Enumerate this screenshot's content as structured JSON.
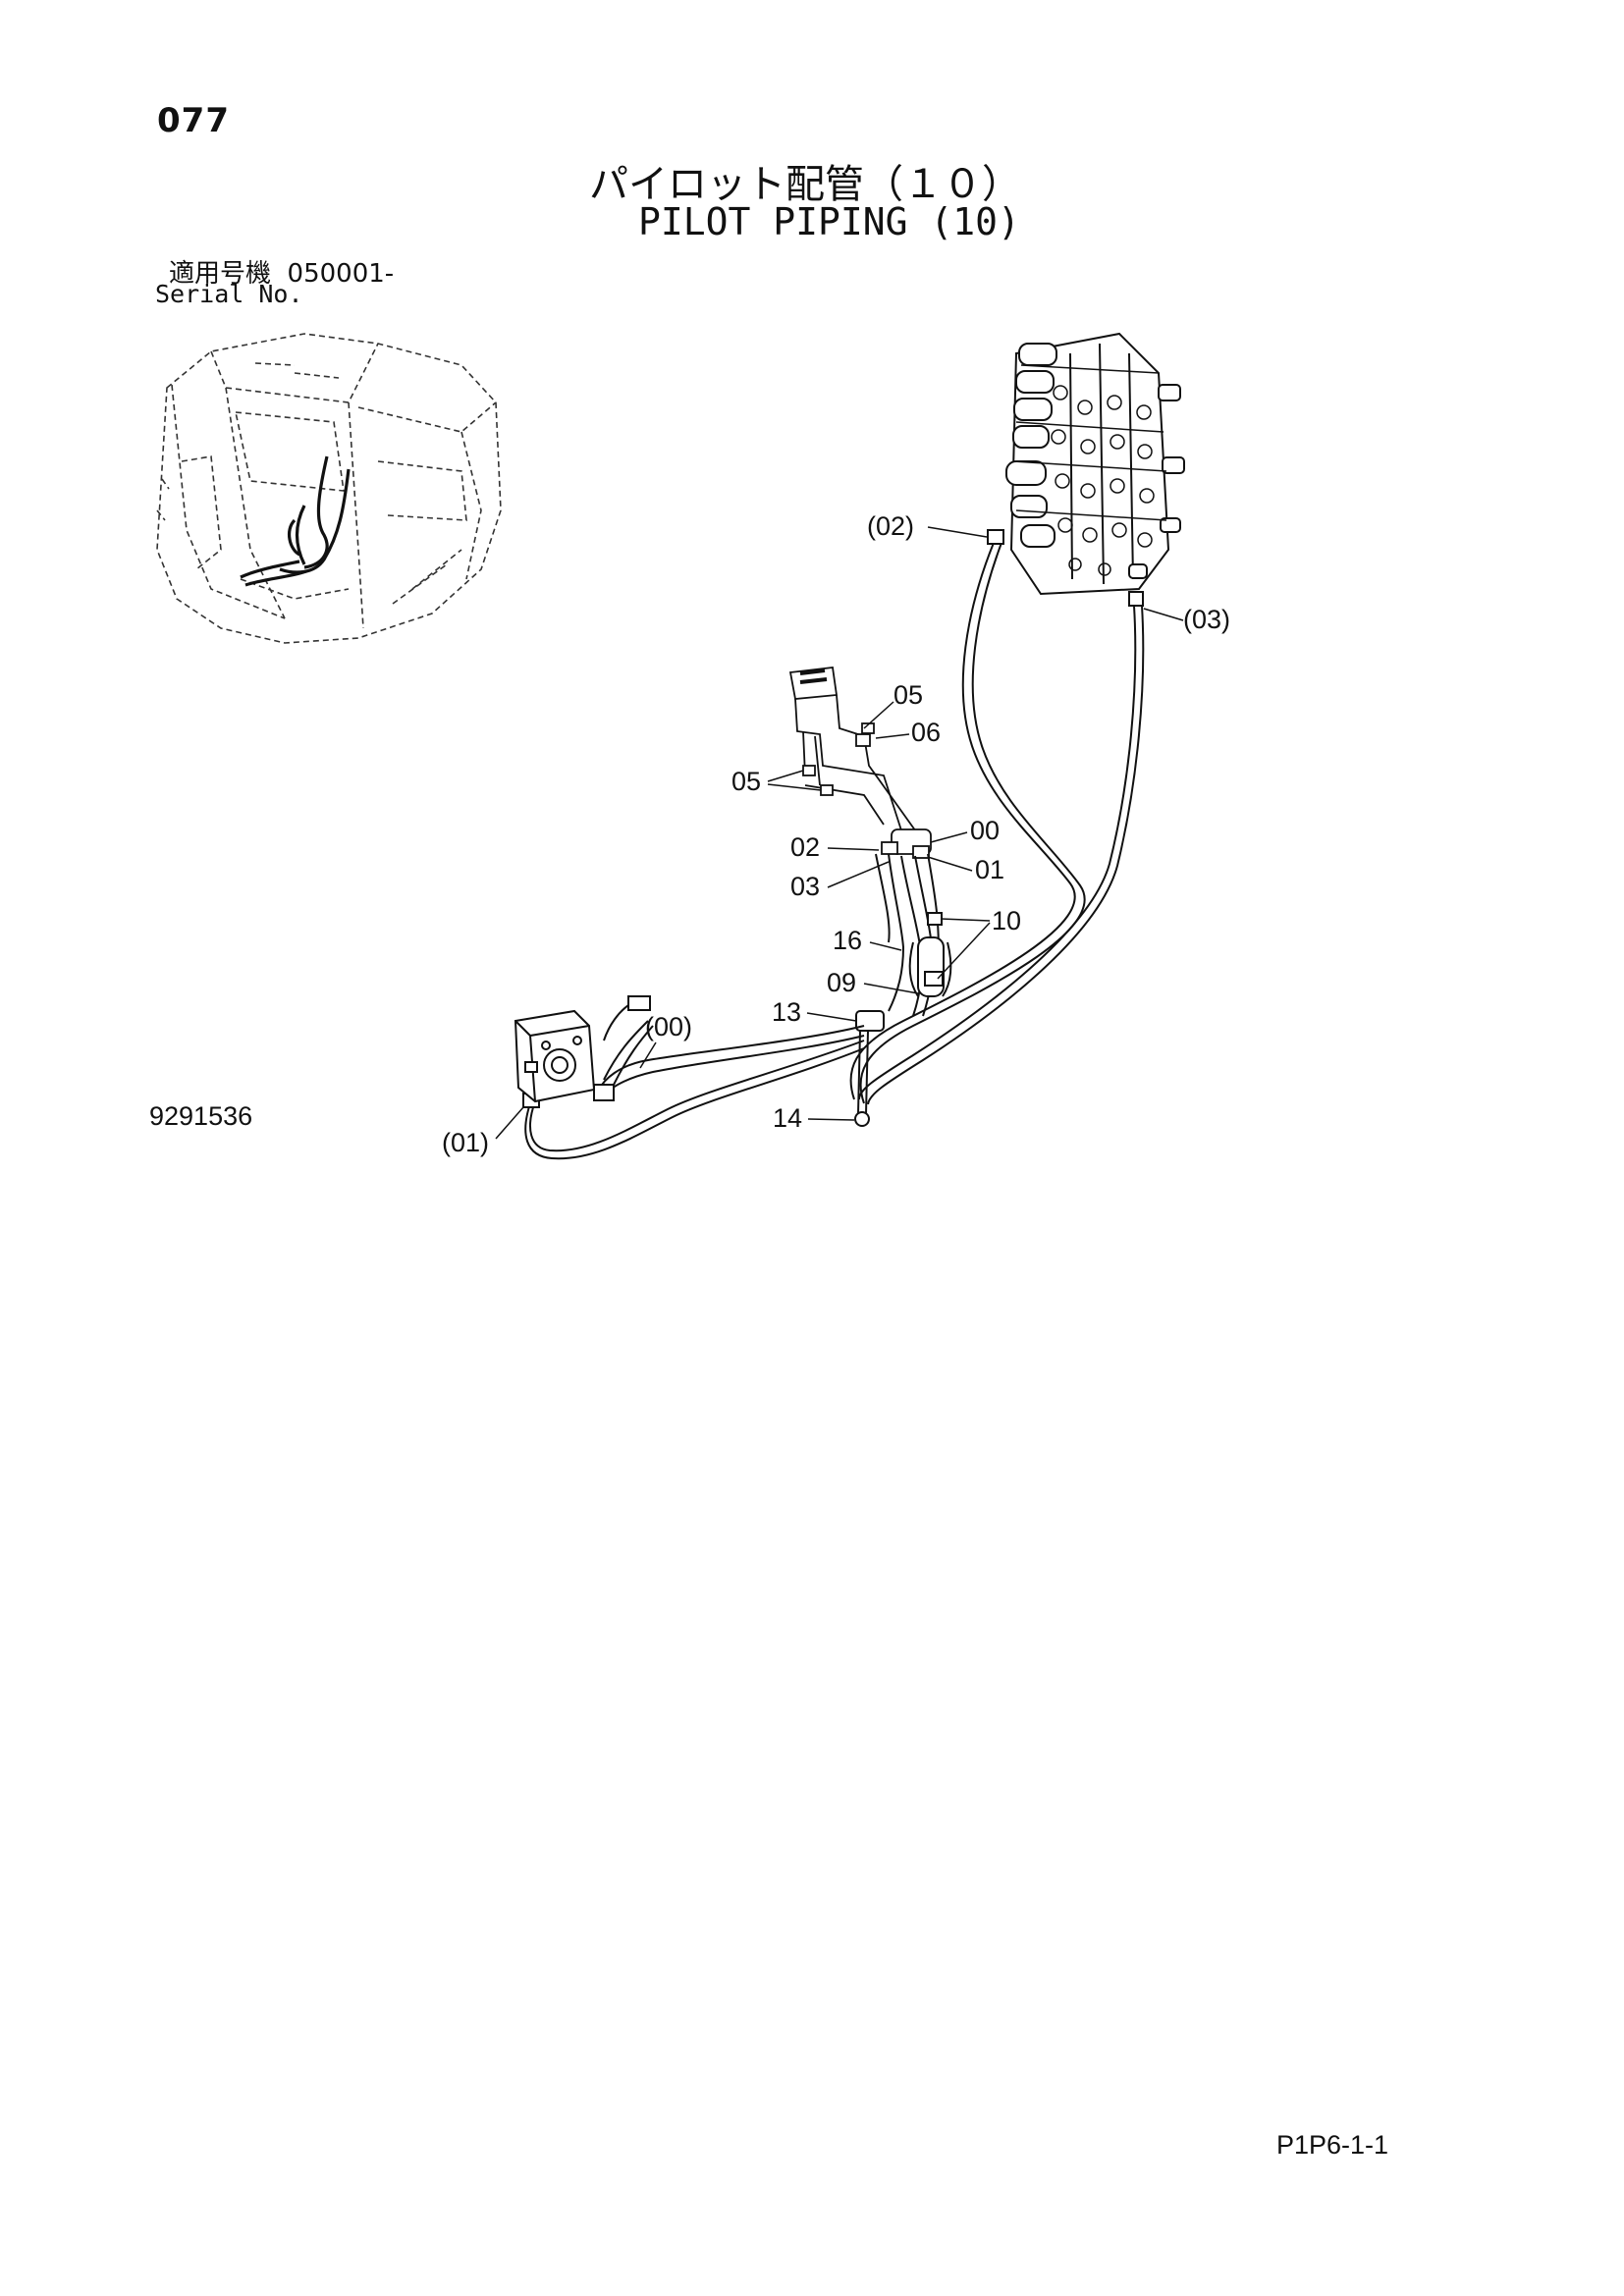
{
  "header": {
    "page_number": "077",
    "title_jp": "パイロット配管（１０）",
    "title_en": "PILOT PIPING (10)",
    "serial_label_jp": "適用号機",
    "serial_value": "050001-",
    "serial_label_en": "Serial No."
  },
  "callouts": {
    "p02": "(02)",
    "p03": "(03)",
    "n05a": "05",
    "n06": "06",
    "n05b": "05",
    "n00": "00",
    "n02": "02",
    "n01": "01",
    "n03": "03",
    "n10": "10",
    "n16": "16",
    "n09": "09",
    "n13": "13",
    "p00": "(00)",
    "n14": "14",
    "p01": "(01)"
  },
  "footer": {
    "drawing_number": "9291536",
    "page_code": "P1P6-1-1"
  }
}
